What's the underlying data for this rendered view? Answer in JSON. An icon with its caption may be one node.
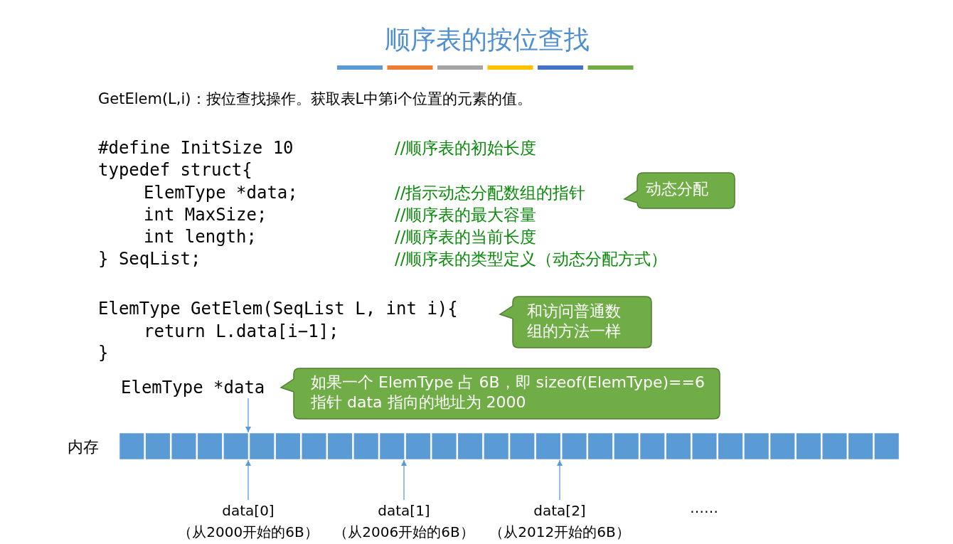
{
  "diagram": {
    "title": "顺序表的按位查找",
    "nodes": [
      {
        "text": [
          "动态分配"
        ]
      },
      {
        "text": [
          "和访问普通数组的方法一样"
        ]
      },
      {
        "text": [
          "如果一个 ElemType 占 6B，即 sizeof(ElemType)==6",
          "指针 data 指向的地址为 2000"
        ]
      },
      {
        "text": [
          "ElemType *data"
        ]
      },
      {
        "text": [],
        "shape": "bar",
        "beside": [
          "内存"
        ]
      },
      {
        "text": [
          "data[0]",
          "（从2000开始的6B）"
        ]
      },
      {
        "text": [
          "data[1]",
          "（从2006开始的6B）"
        ]
      },
      {
        "text": [
          "data[2]",
          "（从2012开始的6B）"
        ]
      }
    ],
    "edges": [
      {
        "from": 3,
        "to": 4,
        "arrow": "to"
      },
      {
        "from": 5,
        "to": 4,
        "arrow": "to"
      },
      {
        "from": 6,
        "to": 4,
        "arrow": "to"
      },
      {
        "from": 7,
        "to": 4,
        "arrow": "to"
      }
    ],
    "labels": [
      "GetElem(L,i)：按位查找操作。获取表L中第i个位置的元素的值。",
      "#define InitSize 10",
      "//顺序表的初始长度",
      "typedef struct{",
      "ElemType *data;",
      "//指示动态分配数组的指针",
      "int MaxSize;",
      "//顺序表的最大容量",
      "int length;",
      "//顺序表的当前长度",
      "} SeqList;",
      "//顺序表的类型定义（动态分配方式）",
      "ElemType GetElem(SeqList L, int i){",
      "return L.data[i−1];",
      "}",
      "……"
    ]
  }
}
